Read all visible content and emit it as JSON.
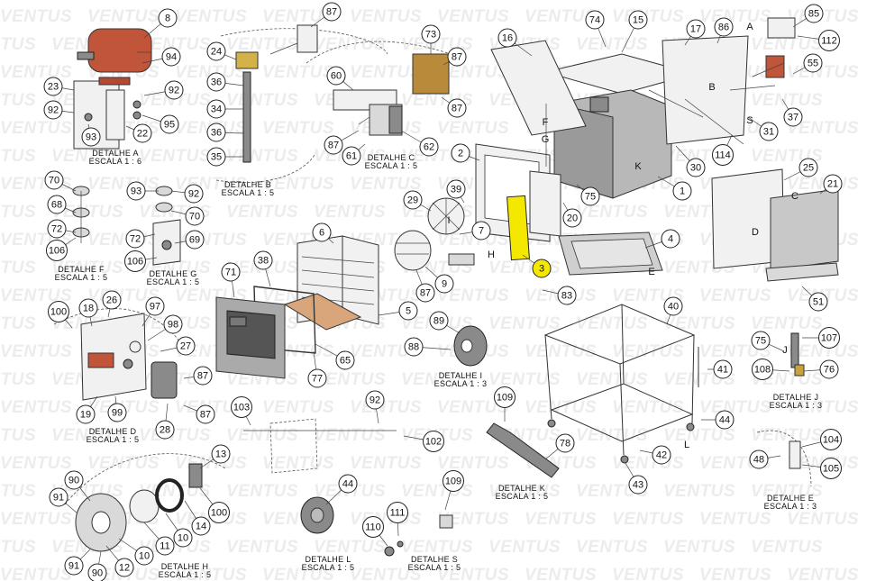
{
  "watermark": "VENTUS",
  "details": [
    {
      "id": "A",
      "title": "DETALHE A",
      "scale": "ESCALA 1 : 6"
    },
    {
      "id": "B",
      "title": "DETALHE B",
      "scale": "ESCALA 1 : 5"
    },
    {
      "id": "C",
      "title": "DETALHE C",
      "scale": "ESCALA 1 : 5"
    },
    {
      "id": "D",
      "title": "DETALHE D",
      "scale": "ESCALA 1 : 5"
    },
    {
      "id": "E",
      "title": "DETALHE E",
      "scale": "ESCALA 1 : 3"
    },
    {
      "id": "F",
      "title": "DETALHE F",
      "scale": "ESCALA 1 : 5"
    },
    {
      "id": "G",
      "title": "DETALHE G",
      "scale": "ESCALA 1 : 5"
    },
    {
      "id": "H",
      "title": "DETALHE H",
      "scale": "ESCALA 1 : 5"
    },
    {
      "id": "I",
      "title": "DETALHE I",
      "scale": "ESCALA 1 : 3"
    },
    {
      "id": "J",
      "title": "DETALHE J",
      "scale": "ESCALA 1 : 3"
    },
    {
      "id": "K",
      "title": "DETALHE K",
      "scale": "ESCALA 1 : 5"
    },
    {
      "id": "L",
      "title": "DETALHE L",
      "scale": "ESCALA 1 : 5"
    },
    {
      "id": "S",
      "title": "DETALHE S",
      "scale": "ESCALA 1 : 5"
    }
  ],
  "letters": [
    "A",
    "B",
    "C",
    "D",
    "E",
    "F",
    "G",
    "H",
    "I",
    "J",
    "K",
    "L",
    "S"
  ],
  "part_numbers": [
    "1",
    "2",
    "3",
    "4",
    "5",
    "6",
    "7",
    "8",
    "9",
    "10",
    "11",
    "12",
    "13",
    "14",
    "15",
    "16",
    "17",
    "18",
    "19",
    "20",
    "21",
    "22",
    "23",
    "24",
    "25",
    "26",
    "27",
    "28",
    "29",
    "30",
    "31",
    "34",
    "35",
    "36",
    "37",
    "38",
    "39",
    "40",
    "41",
    "42",
    "43",
    "44",
    "48",
    "51",
    "55",
    "60",
    "61",
    "62",
    "65",
    "68",
    "69",
    "70",
    "71",
    "72",
    "73",
    "74",
    "75",
    "76",
    "77",
    "78",
    "83",
    "85",
    "86",
    "87",
    "88",
    "89",
    "90",
    "91",
    "92",
    "93",
    "94",
    "95",
    "97",
    "98",
    "99",
    "100",
    "102",
    "103",
    "104",
    "105",
    "106",
    "107",
    "108",
    "109",
    "110",
    "111",
    "112",
    "114"
  ],
  "highlight": {
    "part": "3",
    "color": "#f5e800"
  },
  "colors": {
    "motor": "#c0553a",
    "frame": "#f2f2f2",
    "plate": "#d8a67a",
    "rail": "#e0e0e0"
  }
}
